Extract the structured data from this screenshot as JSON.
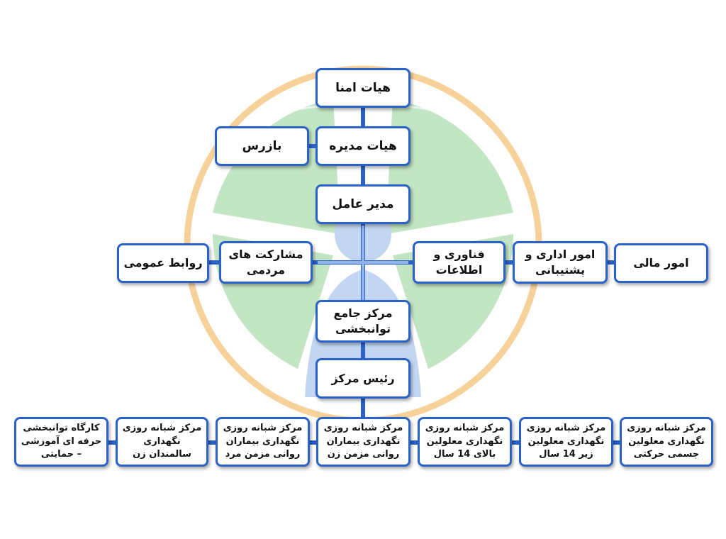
{
  "colors": {
    "box_border": "#2a62c8",
    "connector": "#2a62c8",
    "connector_light": "#7ea8e6",
    "logo_ring": "#f3c98a",
    "logo_green": "#9fd5a4",
    "logo_blue": "#a9c4ec"
  },
  "icons": {
    "background_logo": "organization-emblem-watermark"
  },
  "org": {
    "board_of_trustees": "هیات امنا",
    "board_of_directors": "هیات مدیره",
    "inspector": "بازرس",
    "ceo": "مدیر عامل",
    "public_relations": "روابط عمومی",
    "public_participation": "مشارکت های مردمی",
    "it": "فناوری و اطلاعات",
    "admin_support": "امور اداری و پشتیبانی",
    "finance": "امور مالی",
    "rehab_center": "مرکز جامع توانبخشی",
    "center_head": "رئیس مرکز",
    "centers": [
      "مرکز شبانه روزی نگهداری معلولین جسمی حرکتی",
      "مرکز شبانه روزی نگهداری معلولین زیر 14 سال",
      "مرکز شبانه روزی نگهداری معلولین بالای 14 سال",
      "مرکز شبانه روزی نگهداری بیماران روانی مزمن زن",
      "مرکز شبانه روزی نگهداری بیماران روانی مزمن مرد",
      "مرکز شبانه روزی نگهداری سالمندان زن",
      "کارگاه توانبخشی حرفه ای آموزشی – حمایتی"
    ]
  }
}
